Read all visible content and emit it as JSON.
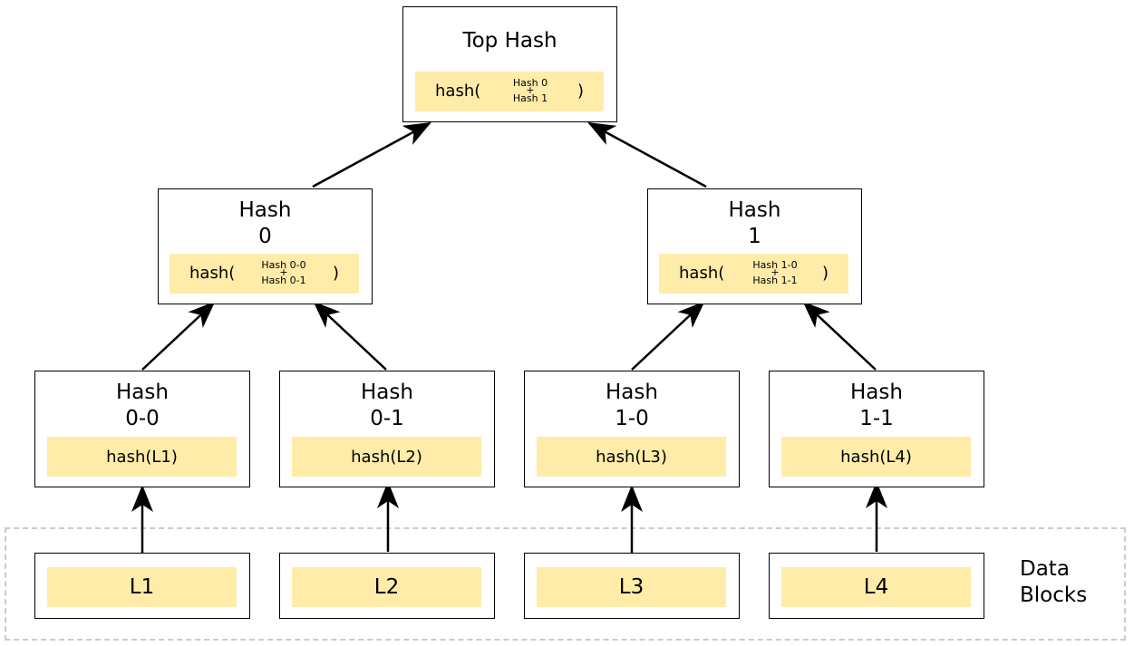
{
  "top": {
    "title": "Top Hash",
    "fn_open": "hash(",
    "fn_close": ")",
    "arg1": "Hash 0",
    "plus": "+",
    "arg2": "Hash 1"
  },
  "mid": [
    {
      "title_line1": "Hash",
      "title_line2": "0",
      "fn_open": "hash(",
      "fn_close": ")",
      "arg1": "Hash 0-0",
      "plus": "+",
      "arg2": "Hash 0-1"
    },
    {
      "title_line1": "Hash",
      "title_line2": "1",
      "fn_open": "hash(",
      "fn_close": ")",
      "arg1": "Hash 1-0",
      "plus": "+",
      "arg2": "Hash 1-1"
    }
  ],
  "leaves": [
    {
      "title_line1": "Hash",
      "title_line2": "0-0",
      "content": "hash(L1)"
    },
    {
      "title_line1": "Hash",
      "title_line2": "0-1",
      "content": "hash(L2)"
    },
    {
      "title_line1": "Hash",
      "title_line2": "1-0",
      "content": "hash(L3)"
    },
    {
      "title_line1": "Hash",
      "title_line2": "1-1",
      "content": "hash(L4)"
    }
  ],
  "data_blocks": {
    "label_line1": "Data",
    "label_line2": "Blocks",
    "items": [
      "L1",
      "L2",
      "L3",
      "L4"
    ]
  },
  "colors": {
    "content_fill": "#ffeca9",
    "dashed_border": "#cccccc",
    "line": "#000000"
  }
}
